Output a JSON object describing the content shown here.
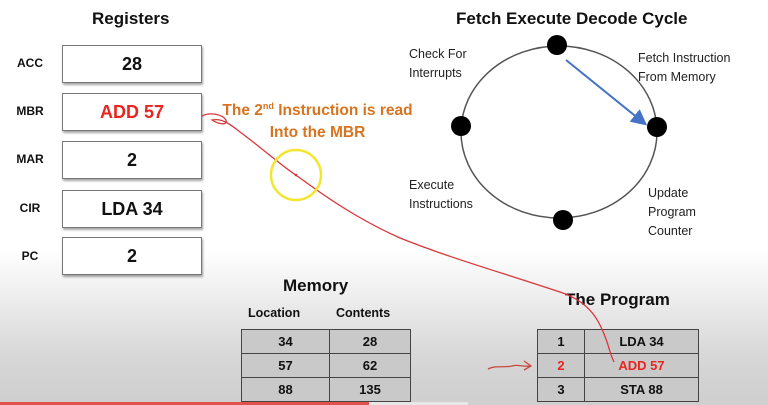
{
  "registers": {
    "title": "Registers",
    "items": [
      {
        "name": "ACC",
        "value": "28",
        "highlight": false
      },
      {
        "name": "MBR",
        "value": "ADD 57",
        "highlight": true
      },
      {
        "name": "MAR",
        "value": "2",
        "highlight": false
      },
      {
        "name": "CIR",
        "value": "LDA 34",
        "highlight": false
      },
      {
        "name": "PC",
        "value": "2",
        "highlight": false
      }
    ]
  },
  "annotation": {
    "line1_pre": "The 2",
    "line1_sup": "nd",
    "line1_post": " Instruction is read",
    "line2": "Into the MBR"
  },
  "cycle": {
    "title": "Fetch Execute Decode Cycle",
    "labels": {
      "check_line1": "Check For",
      "check_line2": "Interrupts",
      "fetch_line1": "Fetch Instruction",
      "fetch_line2": "From Memory",
      "execute_line1": "Execute",
      "execute_line2": "Instructions",
      "update_line1": "Update",
      "update_line2": "Program",
      "update_line3": "Counter"
    },
    "arrow_color": "#4472c4"
  },
  "memory": {
    "title": "Memory",
    "headers": [
      "Location",
      "Contents"
    ],
    "rows": [
      [
        "34",
        "28"
      ],
      [
        "57",
        "62"
      ],
      [
        "88",
        "135"
      ]
    ]
  },
  "program": {
    "title": "The Program",
    "rows": [
      {
        "line": "1",
        "instruction": "LDA 34",
        "highlight": false
      },
      {
        "line": "2",
        "instruction": "ADD 57",
        "highlight": true
      },
      {
        "line": "3",
        "instruction": "STA  88",
        "highlight": false
      }
    ]
  },
  "video": {
    "progress_fraction": 0.48,
    "buffered_fraction": 0.61
  },
  "colors": {
    "highlight_red": "#e8261f",
    "annotation_orange": "#d8741f",
    "pen_red": "#d9363a",
    "cursor_yellow": "#f2e631"
  }
}
